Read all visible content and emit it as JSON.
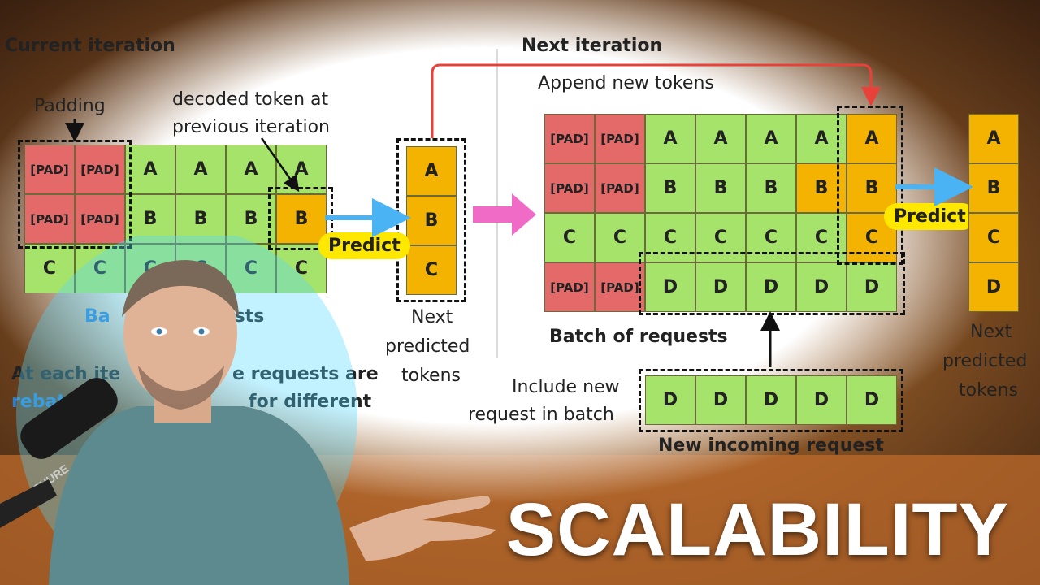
{
  "thumbnail_title": "SCALABILITY",
  "left": {
    "heading": "Current iteration",
    "padding_label": "Padding",
    "decoded_label_1": "decoded token at",
    "decoded_label_2": "previous iteration",
    "predict": "Predict",
    "next_1": "Next",
    "next_2": "predicted",
    "next_3": "tokens",
    "batch_fragment_1": "Ba",
    "batch_fragment_2": "uests",
    "caption_1a": "At each ite",
    "caption_1b": "e requests are",
    "caption_2a": "rebatche",
    "caption_2b": "for different",
    "rows": [
      [
        "[PAD]",
        "[PAD]",
        "A",
        "A",
        "A",
        "A"
      ],
      [
        "[PAD]",
        "[PAD]",
        "B",
        "B",
        "B",
        "B"
      ],
      [
        "C",
        "C",
        "C",
        "C",
        "C",
        "C"
      ]
    ],
    "predicted": [
      "A",
      "B",
      "C"
    ]
  },
  "right": {
    "heading": "Next iteration",
    "append_label": "Append new tokens",
    "predict": "Predict",
    "batch_label": "Batch of requests",
    "include_1": "Include new",
    "include_2": "request in batch",
    "incoming_label": "New incoming request",
    "next_1": "Next",
    "next_2": "predicted",
    "next_3": "tokens",
    "rows": [
      [
        "[PAD]",
        "[PAD]",
        "A",
        "A",
        "A",
        "A",
        "A"
      ],
      [
        "[PAD]",
        "[PAD]",
        "B",
        "B",
        "B",
        "B",
        "B"
      ],
      [
        "C",
        "C",
        "C",
        "C",
        "C",
        "C",
        "C"
      ],
      [
        "[PAD]",
        "[PAD]",
        "D",
        "D",
        "D",
        "D",
        "D"
      ]
    ],
    "incoming": [
      "D",
      "D",
      "D",
      "D",
      "D"
    ],
    "predicted": [
      "A",
      "B",
      "C",
      "D"
    ]
  },
  "mic_brand": "SHURE",
  "colors": {
    "green": "#a6e36b",
    "orange": "#f4b300",
    "pad": "#e46a6a",
    "predict": "#ffe800",
    "arrow_blue": "#4ab3f4",
    "arrow_pink": "#f06bc6",
    "arrow_red": "#e8413a",
    "title": "#ffffff"
  }
}
